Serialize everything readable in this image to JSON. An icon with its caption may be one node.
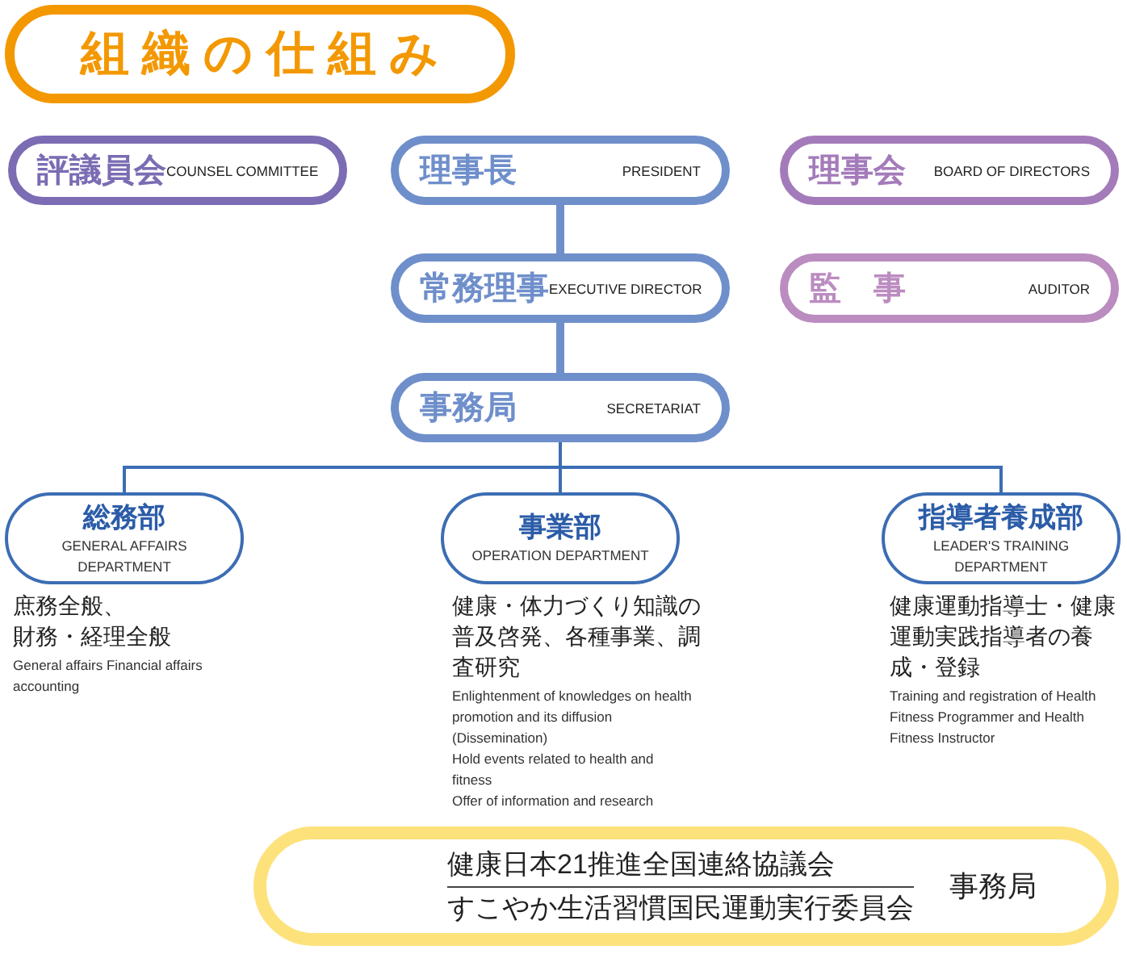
{
  "diagram": {
    "title": "組織の仕組み",
    "nodes": [
      {
        "text": [
          "評議員会",
          "COUNSEL COMMITTEE"
        ]
      },
      {
        "text": [
          "理事長",
          "PRESIDENT"
        ]
      },
      {
        "text": [
          "理事会",
          "BOARD OF DIRECTORS"
        ]
      },
      {
        "text": [
          "常務理事",
          "EXECUTIVE DIRECTOR"
        ]
      },
      {
        "text": [
          "監　事",
          "AUDITOR"
        ]
      },
      {
        "text": [
          "事務局",
          "SECRETARIAT"
        ]
      },
      {
        "text": [
          "総務部",
          "GENERAL AFFAIRS DEPARTMENT"
        ],
        "beside": [
          "庶務全般、財務・経理全般",
          "General affairs Financial affairs accounting"
        ]
      },
      {
        "text": [
          "事業部",
          "OPERATION DEPARTMENT"
        ],
        "beside": [
          "健康・体力づくり知識の普及啓発、各種事業、調査研究",
          "Enlightenment of knowledges on health promotion and its diffusion (Dissemination)",
          "Hold events related to health and fitness",
          "Offer of information and research"
        ]
      },
      {
        "text": [
          "指導者養成部",
          "LEADER'S TRAINING DEPARTMENT"
        ],
        "beside": [
          "健康運動指導士・健康運動実践指導者の養成・登録",
          "Training and registration of Health Fitness Programmer and Health Fitness Instructor"
        ]
      },
      {
        "text": [
          "健康日本21推進全国連絡協議会",
          "すこやか生活習慣国民運動実行委員会",
          "事務局"
        ]
      }
    ],
    "edges": [
      {
        "from": 1,
        "to": 3,
        "arrow": "none",
        "style": "thick",
        "color": "#6f8fcb"
      },
      {
        "from": 3,
        "to": 5,
        "arrow": "none",
        "style": "thick",
        "color": "#6f8fcb"
      },
      {
        "from": 5,
        "to": 6,
        "arrow": "none"
      },
      {
        "from": 5,
        "to": 7,
        "arrow": "none"
      },
      {
        "from": 5,
        "to": 8,
        "arrow": "none"
      }
    ]
  }
}
